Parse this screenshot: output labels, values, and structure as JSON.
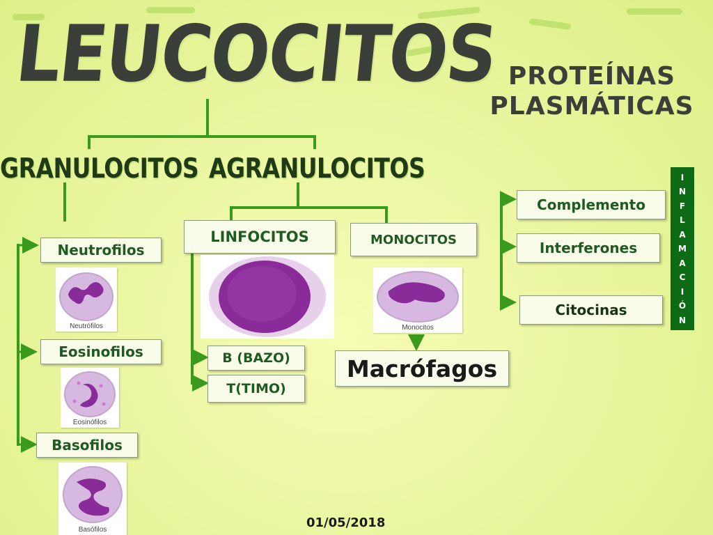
{
  "title": "LEUCOCITOS",
  "side_title": {
    "line1": "PROTEÍNAS",
    "line2": "PLASMÁTICAS"
  },
  "branches": {
    "granulocitos": "GRANULOCITOS",
    "agranulocitos": "AGRANULOCITOS"
  },
  "granulocyte_types": {
    "neutrofilos": "Neutrofilos",
    "eosinofilos": "Eosinofilos",
    "basofilos": "Basofilos"
  },
  "image_captions": {
    "neutrofilos": "Neutrófilos",
    "eosinofilos": "Eosinófilos",
    "basofilos": "Basófilos",
    "monocitos": "Monocitos"
  },
  "agranulocyte_types": {
    "linfocitos": "LINFOCITOS",
    "monocitos": "MONOCITOS",
    "b_bazo": "B (BAZO)",
    "t_timo": "T(TIMO)",
    "macrofagos": "Macrófagos"
  },
  "proteins": {
    "complemento": "Complemento",
    "interferones": "Interferones",
    "citocinas": "Citocinas"
  },
  "vertical_label": [
    "I",
    "N",
    "F",
    "L",
    "A",
    "M",
    "A",
    "C",
    "I",
    "Ó",
    "N"
  ],
  "date": "01/05/2018",
  "colors": {
    "connector": "#3a9a1c",
    "box_text": "#1e5a22",
    "vertical_bg": "#0d6b16",
    "cell_purple": "#8a2b9a",
    "cell_lilac": "#d7b8e0"
  }
}
